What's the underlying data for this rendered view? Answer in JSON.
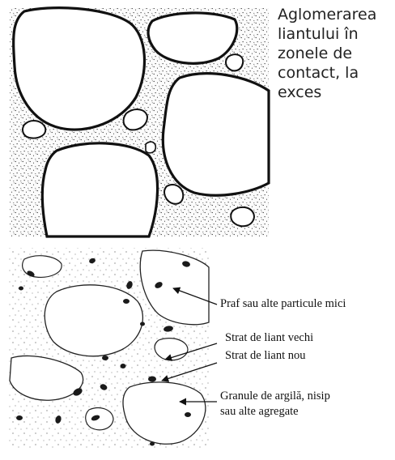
{
  "top_caption": {
    "lines": [
      "Aglomerarea",
      "liantului în",
      "zonele de",
      "contact, la",
      "exces"
    ]
  },
  "labels": {
    "dust": "Praf sau alte particule mici",
    "old_binder": "Strat de liant vechi",
    "new_binder": "Strat de liant nou",
    "granules_line1": "Granule de argilă, nisip",
    "granules_line2": "sau alte agregate"
  },
  "colors": {
    "ink": "#111111",
    "stipple": "#333333",
    "background": "#ffffff"
  }
}
